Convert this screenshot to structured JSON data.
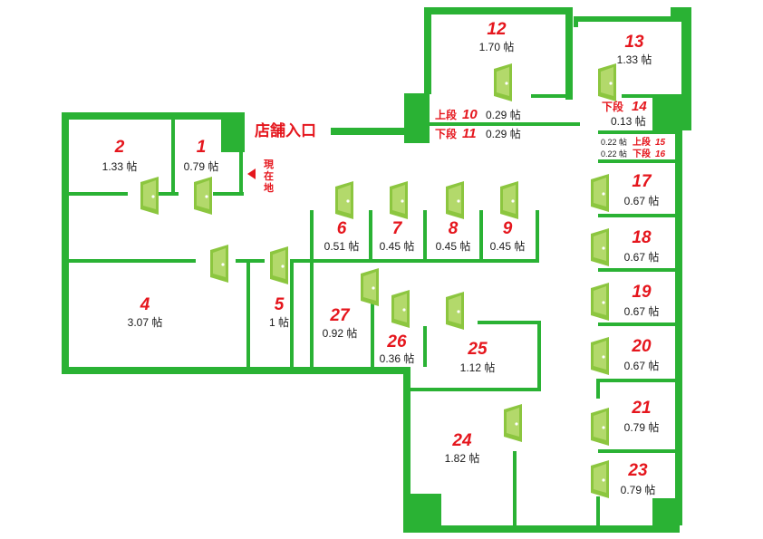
{
  "entrance_label": "店舗入口",
  "current_location": [
    "現",
    "在",
    "地"
  ],
  "rooms": {
    "r1": {
      "number": "1",
      "area": "0.79 帖"
    },
    "r2": {
      "number": "2",
      "area": "1.33 帖"
    },
    "r4": {
      "number": "4",
      "area": "3.07 帖"
    },
    "r5": {
      "number": "5",
      "area": "1 帖"
    },
    "r6": {
      "number": "6",
      "area": "0.51 帖"
    },
    "r7": {
      "number": "7",
      "area": "0.45 帖"
    },
    "r8": {
      "number": "8",
      "area": "0.45 帖"
    },
    "r9": {
      "number": "9",
      "area": "0.45 帖"
    },
    "r10": {
      "tier": "上段",
      "number": "10",
      "area": "0.29 帖"
    },
    "r11": {
      "tier": "下段",
      "number": "11",
      "area": "0.29 帖"
    },
    "r12": {
      "number": "12",
      "area": "1.70 帖"
    },
    "r13": {
      "number": "13",
      "area": "1.33 帖"
    },
    "r14": {
      "tier": "下段",
      "number": "14",
      "area": "0.13 帖"
    },
    "r15": {
      "tier": "上段",
      "number": "15",
      "area": "0.22 帖"
    },
    "r16": {
      "tier": "下段",
      "number": "16",
      "area": "0.22 帖"
    },
    "r17": {
      "number": "17",
      "area": "0.67 帖"
    },
    "r18": {
      "number": "18",
      "area": "0.67 帖"
    },
    "r19": {
      "number": "19",
      "area": "0.67 帖"
    },
    "r20": {
      "number": "20",
      "area": "0.67 帖"
    },
    "r21": {
      "number": "21",
      "area": "0.79 帖"
    },
    "r23": {
      "number": "23",
      "area": "0.79 帖"
    },
    "r24": {
      "number": "24",
      "area": "1.82 帖"
    },
    "r25": {
      "number": "25",
      "area": "1.12 帖"
    },
    "r26": {
      "number": "26",
      "area": "0.36 帖"
    },
    "r27": {
      "number": "27",
      "area": "0.92 帖"
    }
  },
  "colors": {
    "wall": "#2ab234",
    "door": "#8cc63f",
    "label": "#e5161d",
    "text": "#1a1a1a"
  },
  "icons": {
    "door": "door-icon",
    "arrow": "arrow-left-icon"
  }
}
